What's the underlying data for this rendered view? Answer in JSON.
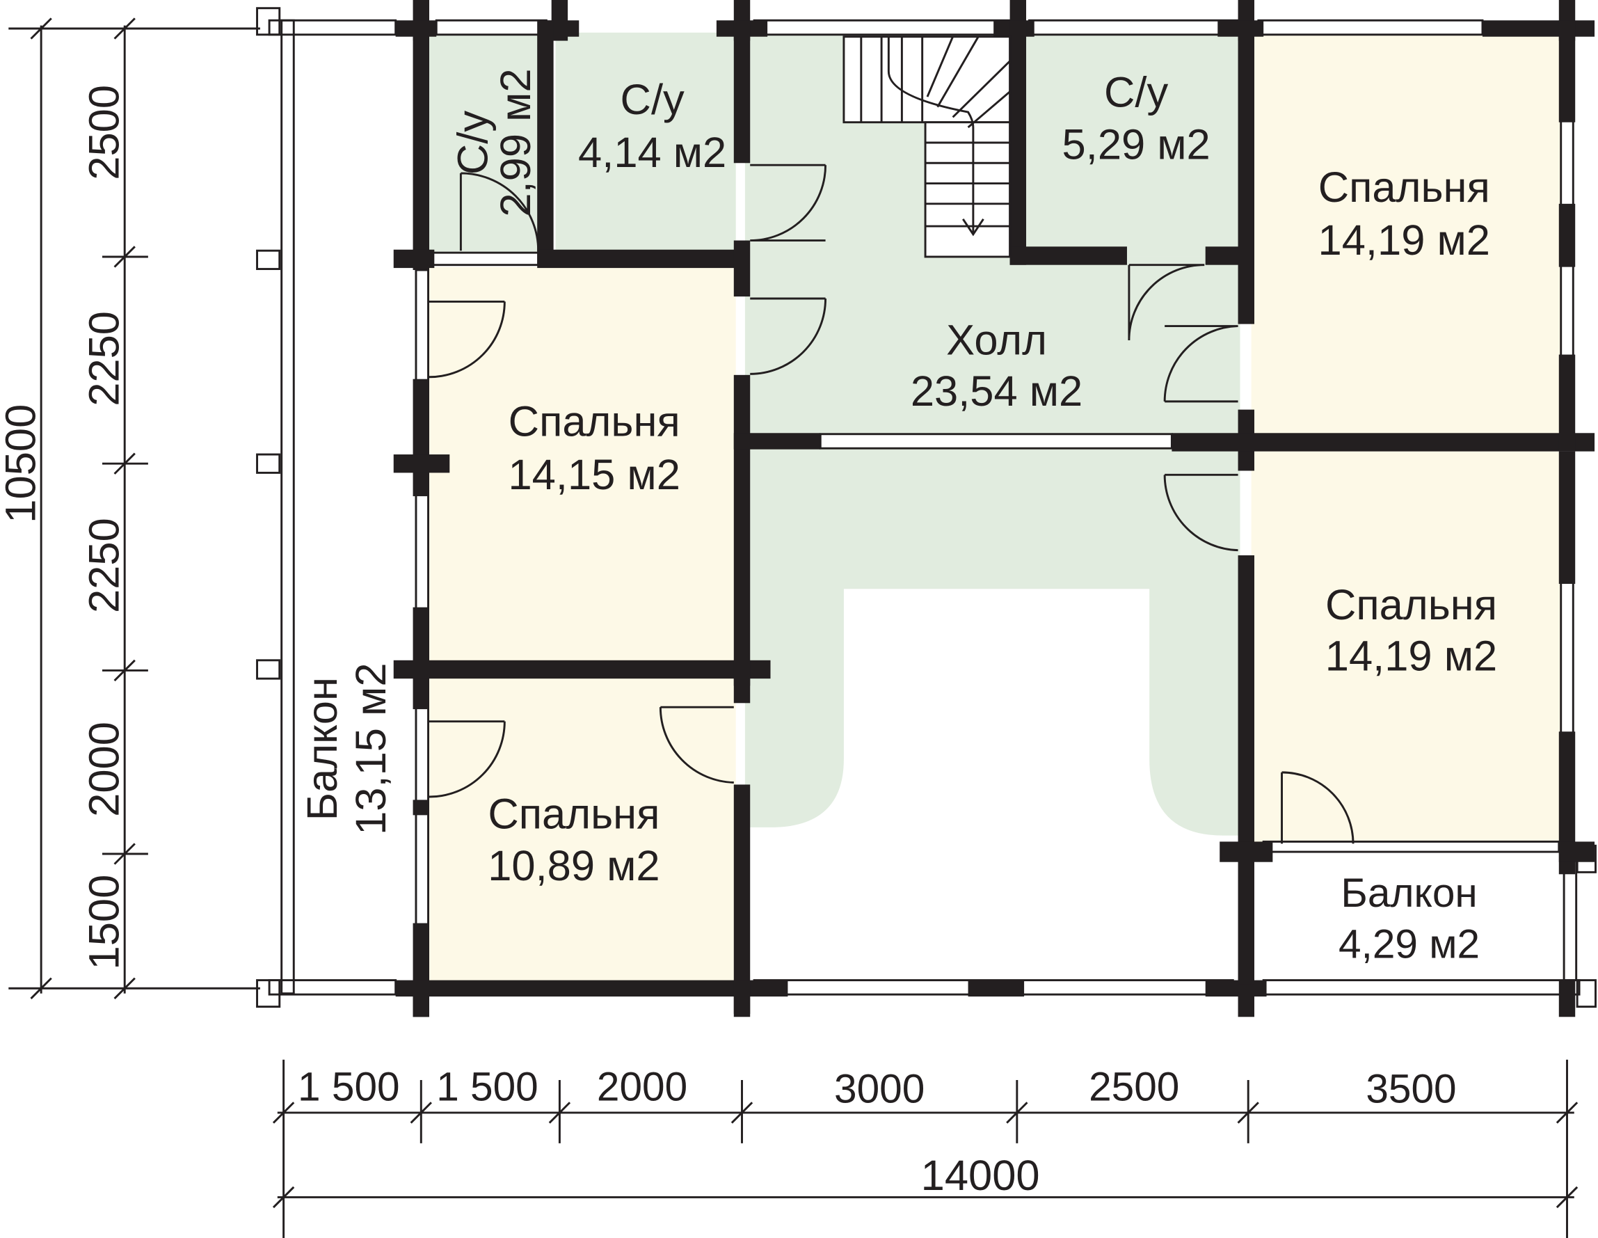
{
  "colors": {
    "wall": "#231f20",
    "wet_room": "#e1ecdf",
    "hall": "#e1ecdf",
    "bedroom": "#fdf9e7",
    "background": "#ffffff"
  },
  "rooms": {
    "wc_small_name": "С/у",
    "wc_small_area": "2,99 м2",
    "wc_mid_name": "С/у",
    "wc_mid_area": "4,14 м2",
    "wc_right_name": "С/у",
    "wc_right_area": "5,29 м2",
    "hall_name": "Холл",
    "hall_area": "23,54 м2",
    "bed_top_right_name": "Спальня",
    "bed_top_right_area": "14,19 м2",
    "bed_left_name": "Спальня",
    "bed_left_area": "14,15 м2",
    "bed_right_name": "Спальня",
    "bed_right_area": "14,19 м2",
    "bed_bottom_left_name": "Спальня",
    "bed_bottom_left_area": "10,89 м2",
    "balcony_left_name": "Балкон",
    "balcony_left_area": "13,15 м2",
    "balcony_right_name": "Балкон",
    "balcony_right_area": "4,29 м2"
  },
  "dimensions": {
    "horizontal": [
      "1 500",
      "1 500",
      "2000",
      "3000",
      "2500",
      "3500"
    ],
    "horizontal_total": "14000",
    "vertical": [
      "2500",
      "2250",
      "2250",
      "2000",
      "1500"
    ],
    "vertical_total": "10500"
  }
}
